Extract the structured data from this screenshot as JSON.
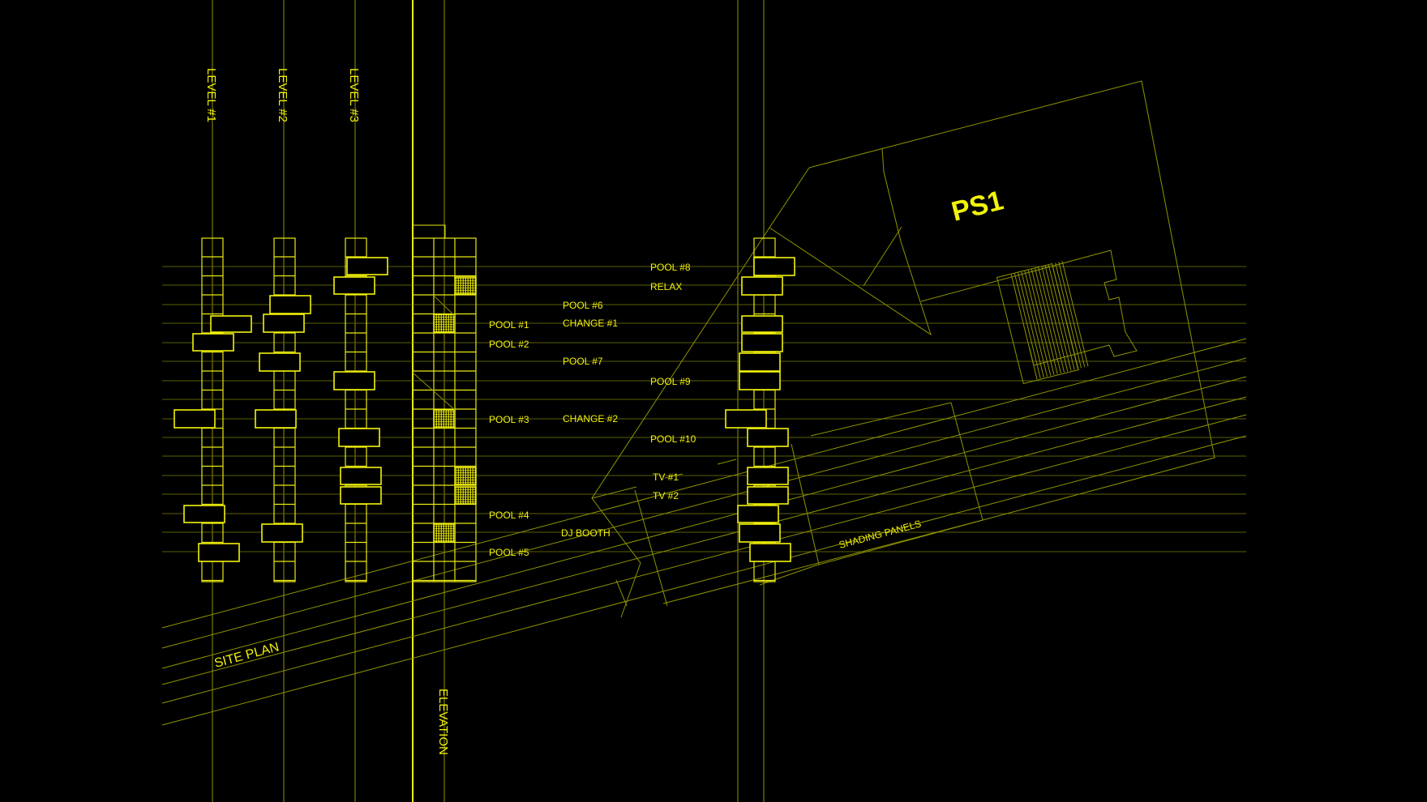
{
  "colors": {
    "background": "#000000",
    "line": "#f2f20a",
    "line_dim": "#8f9400"
  },
  "labels": {
    "level1": "LEVEL #1",
    "level2": "LEVEL #2",
    "level3": "LEVEL #3",
    "elevation": "ELEVATION",
    "site_plan": "SITE PLAN",
    "ps1": "PS1",
    "shading_panels": "SHADING PANELS",
    "pool8": "POOL #8",
    "relax": "RELAX",
    "pool6": "POOL #6",
    "pool1": "POOL #1",
    "change1": "CHANGE #1",
    "pool2": "POOL #2",
    "pool7": "POOL #7",
    "pool9": "POOL #9",
    "pool3": "POOL #3",
    "change2": "CHANGE #2",
    "pool10": "POOL #10",
    "tv1": "TV  #1",
    "tv2": "TV  #2",
    "pool4": "POOL #4",
    "dj_booth": "DJ BOOTH",
    "pool5": "POOL #5"
  }
}
